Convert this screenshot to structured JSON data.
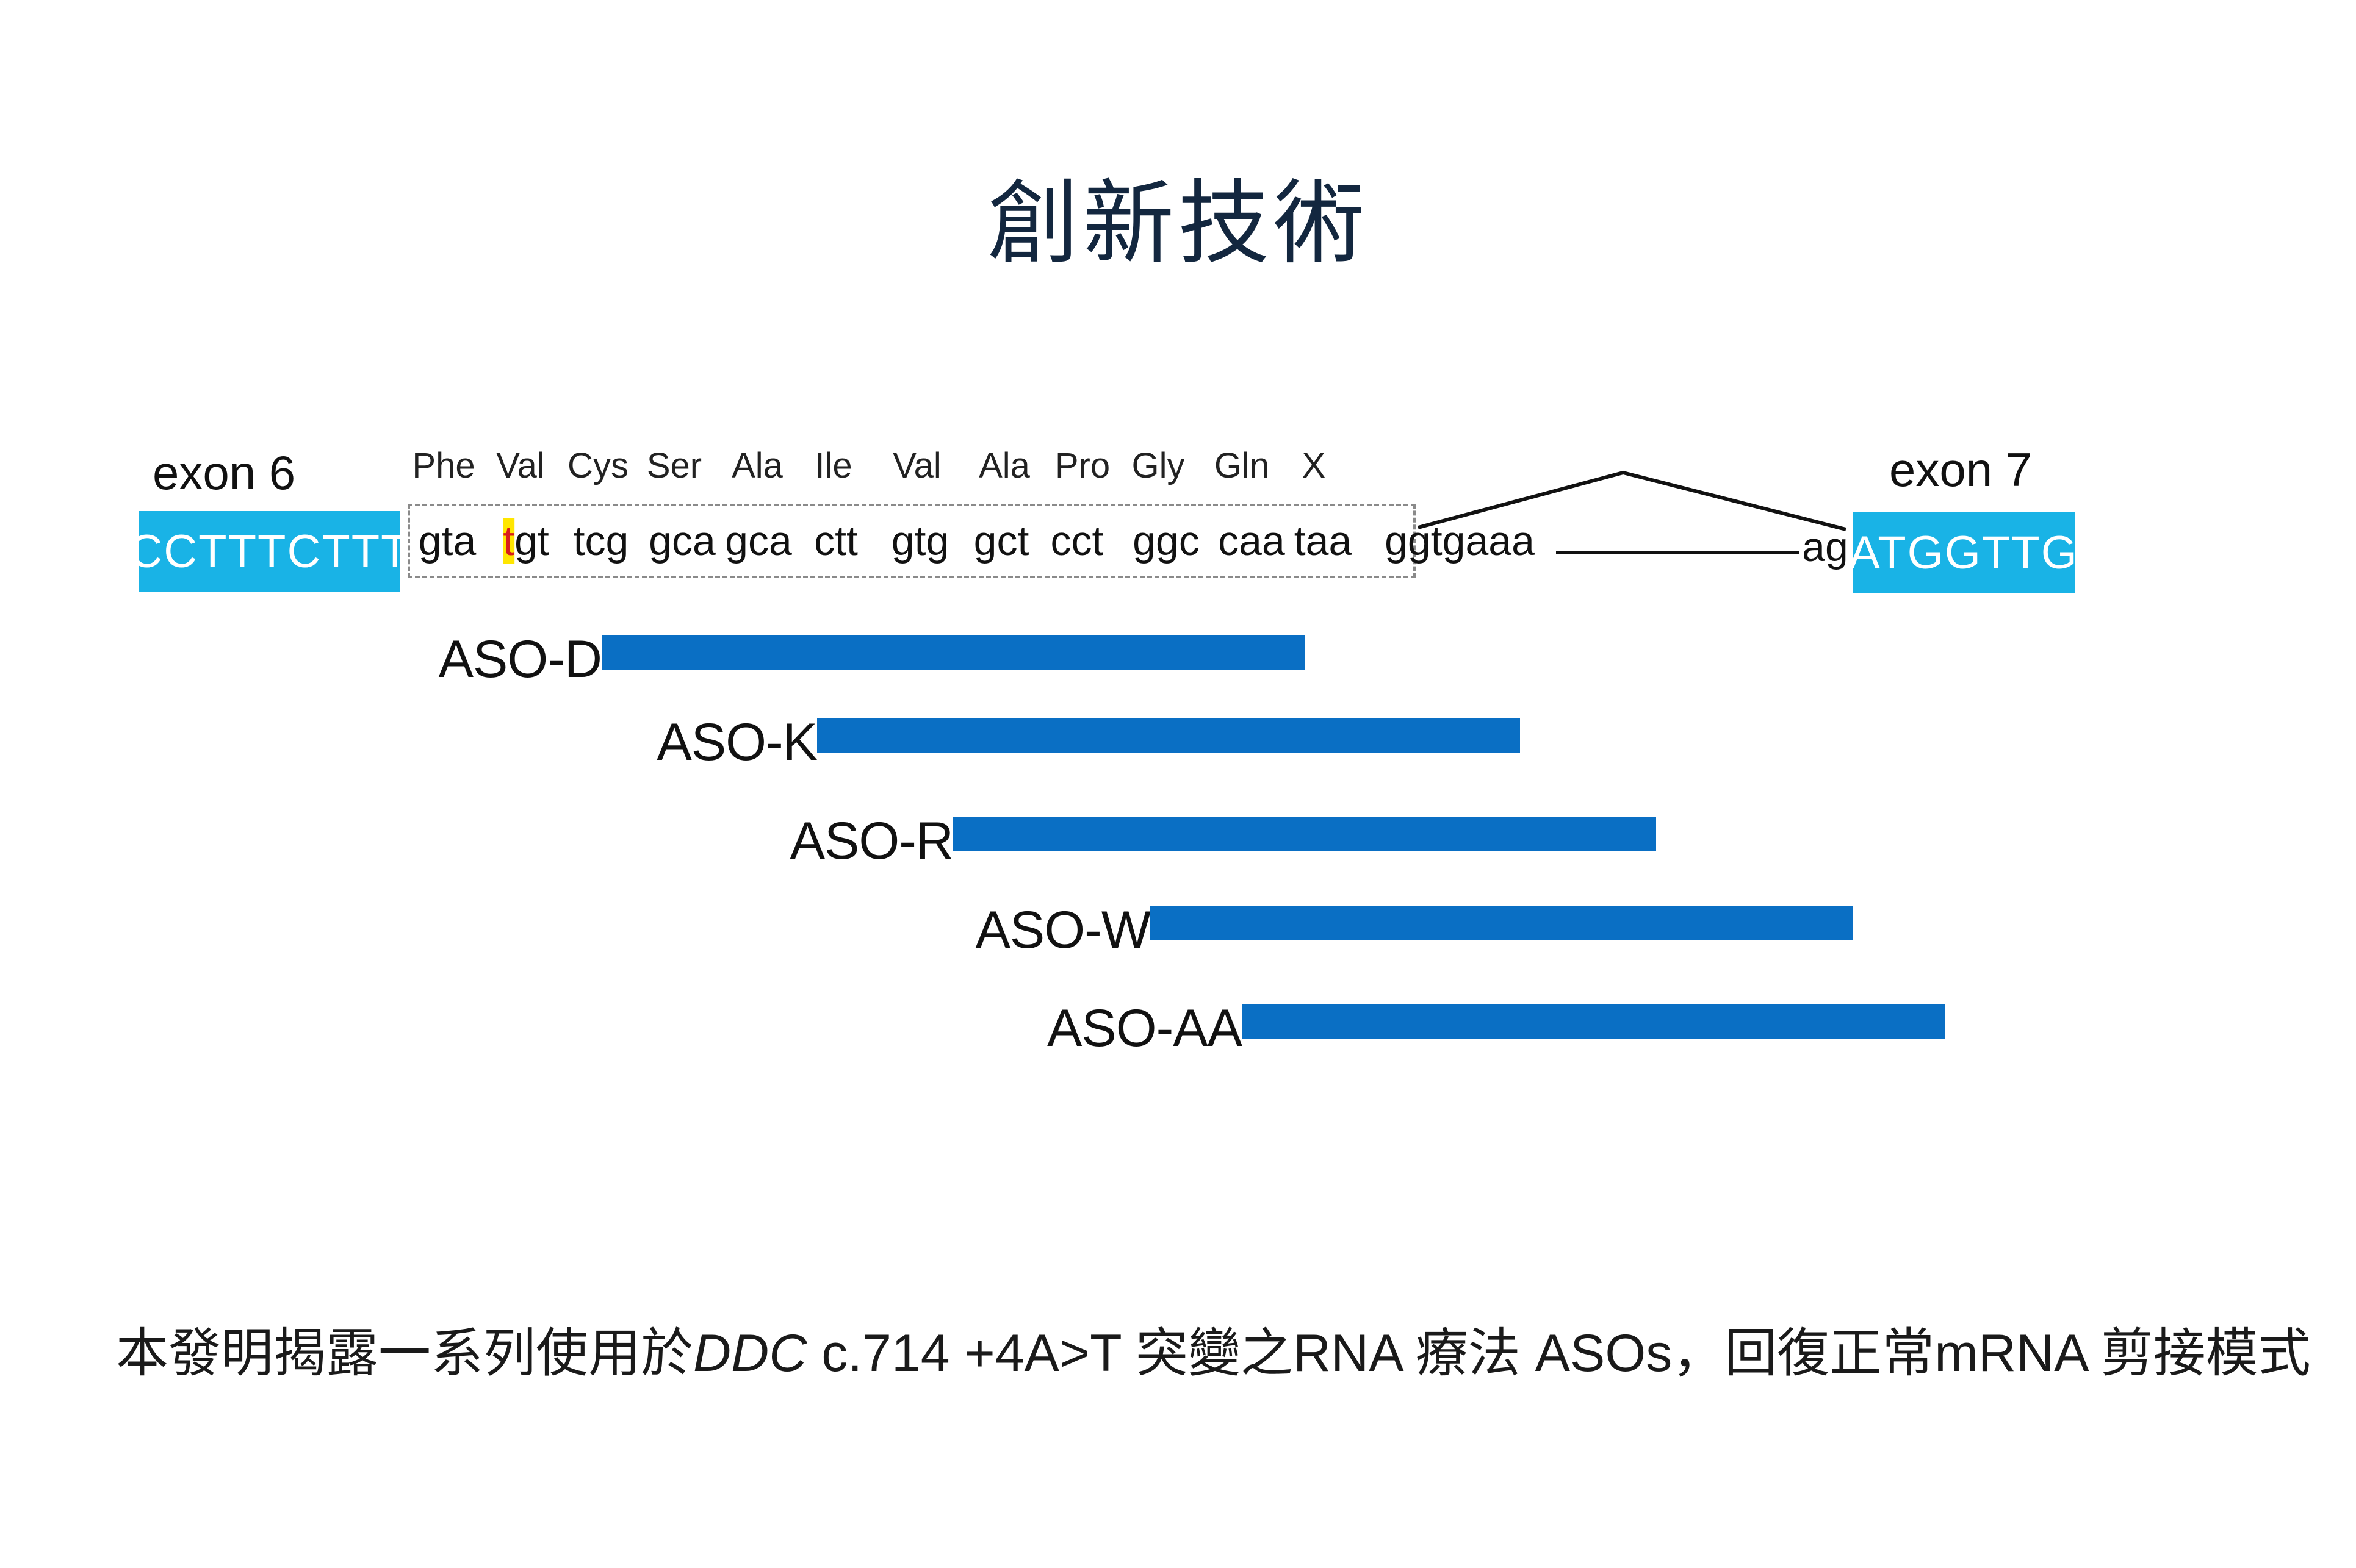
{
  "title": "創新技術",
  "exon6": {
    "label": "exon 6",
    "sequence": "CCTTTCTTT"
  },
  "exon7": {
    "label": "exon 7",
    "sequence": "ATGGTTG"
  },
  "amino_acids": [
    "Phe",
    "Val",
    "Cys",
    "Ser",
    "Ala",
    "Ile",
    "Val",
    "Ala",
    "Pro",
    "Gly",
    "Gln",
    "X"
  ],
  "codons": [
    "gta",
    "tgt",
    "tcg",
    "gca",
    "gca",
    "ctt",
    "gtg",
    "gct",
    "cct",
    "ggc",
    "caa",
    "taa"
  ],
  "mutated_codon": {
    "highlight": "t",
    "rest": "gt"
  },
  "intron_start": "ggtgaaa",
  "acceptor": "ag",
  "asos": [
    {
      "label": "ASO-D"
    },
    {
      "label": "ASO-K"
    },
    {
      "label": "ASO-R"
    },
    {
      "label": "ASO-W"
    },
    {
      "label": "ASO-AA"
    }
  ],
  "caption": {
    "before": "本發明揭露一系列使用於",
    "italic": "DDC",
    "after": " c.714 +4A>T 突變之RNA 療法 ASOs，回復正常mRNA 剪接模式"
  },
  "colors": {
    "exon_box": "#19b3e6",
    "aso_bar": "#0a6fc4",
    "highlight": "#ffe600"
  }
}
